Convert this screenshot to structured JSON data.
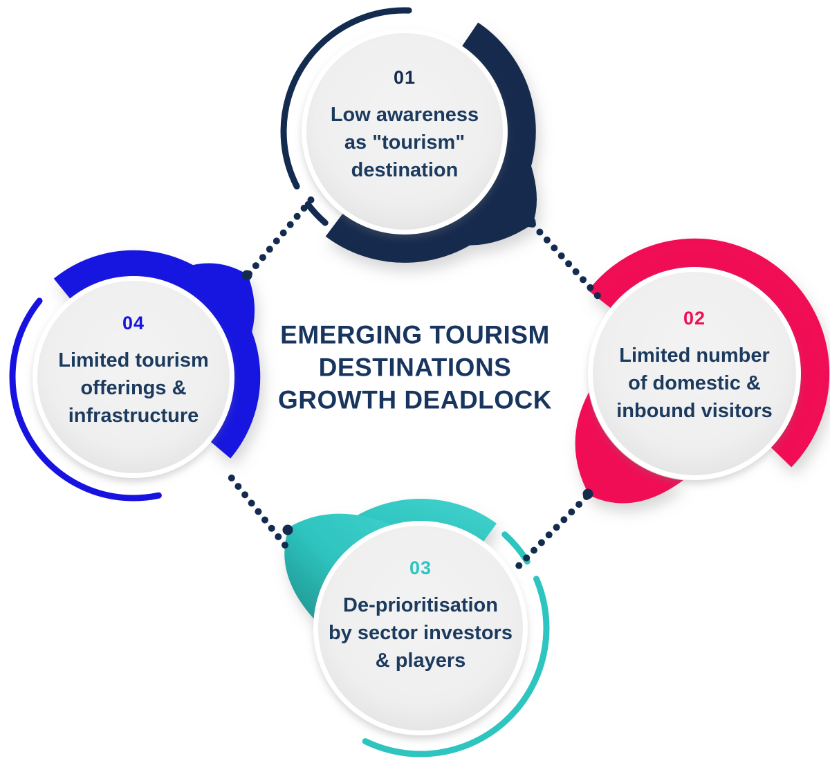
{
  "diagram": {
    "title": {
      "line1": "EMERGING TOURISM",
      "line2": "DESTINATIONS",
      "line3": "GROWTH DEADLOCK"
    },
    "nodes": [
      {
        "number": "01",
        "line1": "Low awareness",
        "line2": "as \"tourism\"",
        "line3": "destination",
        "accent": "#132b4e"
      },
      {
        "number": "02",
        "line1": "Limited number",
        "line2": "of domestic &",
        "line3": "inbound visitors",
        "accent": "#f00f55"
      },
      {
        "number": "03",
        "line1": "De-prioritisation",
        "line2": "by sector investors",
        "line3": "& players",
        "accent": "#2ec4bf"
      },
      {
        "number": "04",
        "line1": "Limited tourism",
        "line2": "offerings &",
        "line3": "infrastructure",
        "accent": "#1712e0"
      }
    ],
    "colors": {
      "connector_dots": "#132b4e",
      "body_text": "#1b3a5e",
      "title_text": "#17355e",
      "circle_fill": "#efefef",
      "background": "#ffffff",
      "teal_shadow": "#1f8f8b"
    }
  }
}
